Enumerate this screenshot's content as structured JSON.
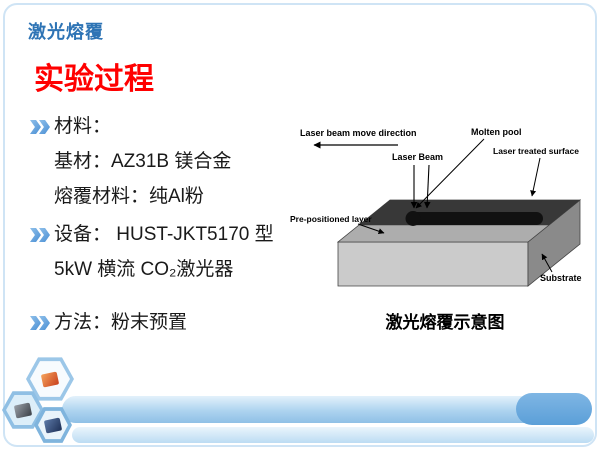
{
  "slide": {
    "header_title": "激光熔覆",
    "section_title": "实验过程",
    "caption": "激光熔覆示意图"
  },
  "content_lines": [
    {
      "text": "材料：",
      "bullet": true
    },
    {
      "text": "基材：AZ31B 镁合金",
      "bullet": false
    },
    {
      "text": "熔覆材料：纯Al粉",
      "bullet": false
    },
    {
      "text": "设备： HUST-JKT5170 型",
      "bullet": true
    },
    {
      "text": "5kW 横流 CO₂激光器",
      "bullet": false
    },
    {
      "text": "方法：粉末预置",
      "bullet": true
    }
  ],
  "diagram_labels": {
    "move_direction": "Laser beam move direction",
    "laser_beam": "Laser Beam",
    "molten_pool": "Molten pool",
    "treated_surface": "Laser treated surface",
    "pre_positioned_layer": "Pre-positioned layer",
    "substrate": "Substrate"
  },
  "colors": {
    "header_blue": "#2E74B5",
    "section_red": "#FF0000",
    "bullet_blue": "#4A8FD4",
    "footer_light_blue": "#ADD3EF",
    "footer_dark_blue": "#5B9FD8"
  }
}
